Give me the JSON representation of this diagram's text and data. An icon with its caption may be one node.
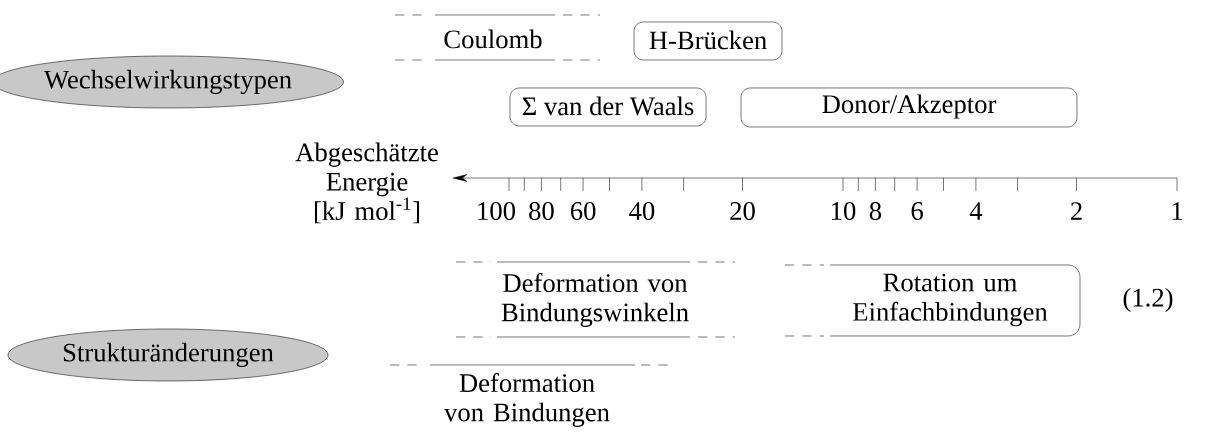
{
  "diagram": {
    "nodes": [
      {
        "text": [
          "Wechselwirkungstypen"
        ]
      },
      {
        "text": [
          "Coulomb"
        ]
      },
      {
        "text": [
          "H-Brücken"
        ]
      },
      {
        "text": [
          "Σ van der Waals"
        ]
      },
      {
        "text": [
          "Donor/Akzeptor"
        ]
      },
      {
        "text": [
          "Strukturänderungen"
        ]
      },
      {
        "text": [
          "Deformation von Bindungswinkeln"
        ]
      },
      {
        "text": [
          "Rotation um Einfachbindungen"
        ]
      },
      {
        "text": [
          "Deformation von Bindungen"
        ]
      }
    ],
    "labels": [
      "Abgeschätzte Energie [kJ mol$^{-1}$]",
      "100",
      "80",
      "60",
      "40",
      "20",
      "10",
      "8",
      "6",
      "4",
      "2",
      "1",
      "(1.2)"
    ]
  }
}
